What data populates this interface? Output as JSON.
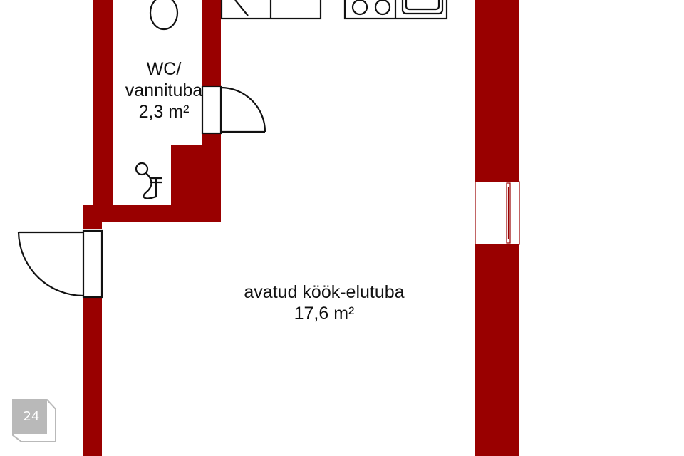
{
  "colors": {
    "wall": "#990000",
    "line": "#111111",
    "badge": "#b9b9b9"
  },
  "rooms": [
    {
      "name_line1": "WC/",
      "name_line2": "vannituba",
      "area": "2,3 m²"
    },
    {
      "name": "avatud köök-elutuba",
      "area": "17,6 m²"
    }
  ],
  "badge": {
    "label": "24"
  }
}
